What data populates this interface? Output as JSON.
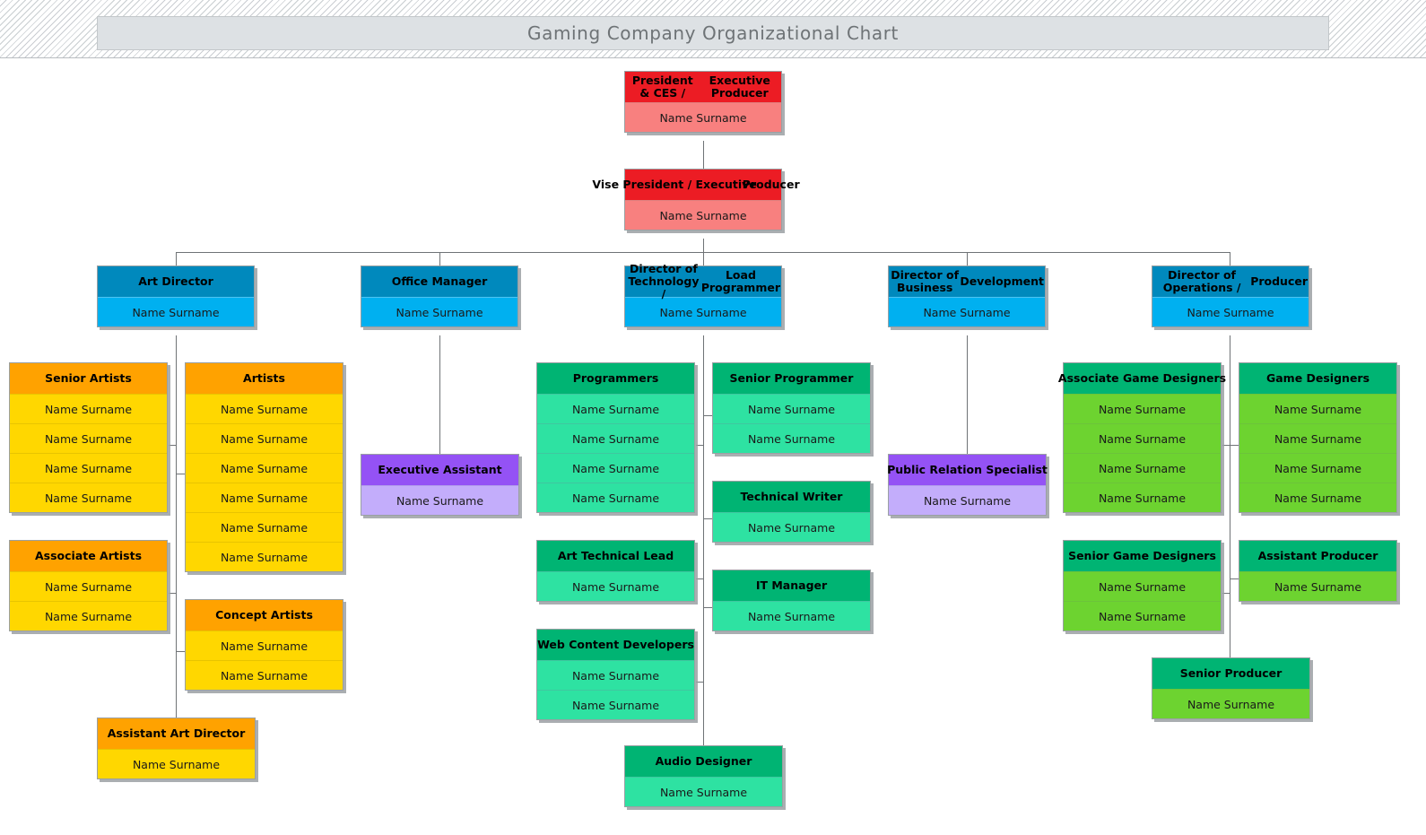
{
  "header": {
    "title": "Gaming Company Organizational Chart"
  },
  "colors": {
    "red_header": "#ec1c24",
    "red_body": "#f8807f",
    "blue_header": "#0089bd",
    "blue_body": "#00b0f0",
    "orange_header": "#ffa200",
    "orange_body": "#ffd700",
    "teal_header": "#00b473",
    "teal_body": "#2ee2a2",
    "lightgreen_body": "#6dd330",
    "purple_header": "#9452f5",
    "purple_body": "#c3adfb",
    "line": "#6f7376",
    "title_band": "#dde1e4",
    "title_text": "#6e7376"
  },
  "chart_data": {
    "type": "diagram",
    "title": "Gaming Company Organizational Chart",
    "nodes": [
      {
        "id": "president",
        "title": "President & CES /\nExecutive Producer",
        "members": [
          "Name Surname"
        ],
        "color": "red",
        "level": 0
      },
      {
        "id": "vice-president",
        "title": "Vise President / Executive\nProducer",
        "members": [
          "Name Surname"
        ],
        "color": "red",
        "level": 1
      },
      {
        "id": "art-director",
        "title": "Art Director",
        "members": [
          "Name Surname"
        ],
        "color": "blue",
        "level": 2
      },
      {
        "id": "office-manager",
        "title": "Office Manager",
        "members": [
          "Name Surname"
        ],
        "color": "blue",
        "level": 2
      },
      {
        "id": "director-technology",
        "title": "Director of Technology /\nLoad Programmer",
        "members": [
          "Name Surname"
        ],
        "color": "blue",
        "level": 2
      },
      {
        "id": "director-business",
        "title": "Director of Business\nDevelopment",
        "members": [
          "Name Surname"
        ],
        "color": "blue",
        "level": 2
      },
      {
        "id": "director-operations",
        "title": "Director of Operations /\nProducer",
        "members": [
          "Name Surname"
        ],
        "color": "blue",
        "level": 2
      },
      {
        "id": "senior-artists",
        "title": "Senior Artists",
        "members": [
          "Name Surname",
          "Name Surname",
          "Name Surname",
          "Name Surname"
        ],
        "color": "orange",
        "parent": "art-director"
      },
      {
        "id": "artists",
        "title": "Artists",
        "members": [
          "Name Surname",
          "Name Surname",
          "Name Surname",
          "Name Surname",
          "Name Surname",
          "Name Surname"
        ],
        "color": "orange",
        "parent": "art-director"
      },
      {
        "id": "associate-artists",
        "title": "Associate Artists",
        "members": [
          "Name Surname",
          "Name Surname"
        ],
        "color": "orange",
        "parent": "art-director"
      },
      {
        "id": "concept-artists",
        "title": "Concept Artists",
        "members": [
          "Name Surname",
          "Name Surname"
        ],
        "color": "orange",
        "parent": "art-director"
      },
      {
        "id": "assistant-art-director",
        "title": "Assistant Art Director",
        "members": [
          "Name Surname"
        ],
        "color": "orange",
        "parent": "art-director"
      },
      {
        "id": "executive-assistant",
        "title": "Executive Assistant",
        "members": [
          "Name Surname"
        ],
        "color": "purple",
        "parent": "office-manager"
      },
      {
        "id": "programmers",
        "title": "Programmers",
        "members": [
          "Name Surname",
          "Name Surname",
          "Name Surname",
          "Name Surname"
        ],
        "color": "teal",
        "parent": "director-technology"
      },
      {
        "id": "senior-programmer",
        "title": "Senior Programmer",
        "members": [
          "Name Surname",
          "Name Surname"
        ],
        "color": "teal",
        "parent": "director-technology"
      },
      {
        "id": "art-technical-lead",
        "title": "Art Technical Lead",
        "members": [
          "Name Surname"
        ],
        "color": "teal",
        "parent": "director-technology"
      },
      {
        "id": "technical-writer",
        "title": "Technical Writer",
        "members": [
          "Name Surname"
        ],
        "color": "teal",
        "parent": "director-technology"
      },
      {
        "id": "it-manager",
        "title": "IT Manager",
        "members": [
          "Name Surname"
        ],
        "color": "teal",
        "parent": "director-technology"
      },
      {
        "id": "web-content-developers",
        "title": "Web Content Developers",
        "members": [
          "Name Surname",
          "Name Surname"
        ],
        "color": "teal",
        "parent": "director-technology"
      },
      {
        "id": "audio-designer",
        "title": "Audio Designer",
        "members": [
          "Name Surname"
        ],
        "color": "teal",
        "parent": "director-technology"
      },
      {
        "id": "public-relation-specialist",
        "title": "Public Relation Specialist",
        "members": [
          "Name Surname"
        ],
        "color": "purple",
        "parent": "director-business"
      },
      {
        "id": "associate-game-designers",
        "title": "Associate Game Designers",
        "members": [
          "Name Surname",
          "Name Surname",
          "Name Surname",
          "Name Surname"
        ],
        "color": "lgreen",
        "parent": "director-operations"
      },
      {
        "id": "game-designers",
        "title": "Game Designers",
        "members": [
          "Name Surname",
          "Name Surname",
          "Name Surname",
          "Name Surname"
        ],
        "color": "lgreen",
        "parent": "director-operations"
      },
      {
        "id": "senior-game-designers",
        "title": "Senior Game Designers",
        "members": [
          "Name Surname",
          "Name Surname"
        ],
        "color": "lgreen",
        "parent": "director-operations"
      },
      {
        "id": "assistant-producer",
        "title": "Assistant Producer",
        "members": [
          "Name Surname"
        ],
        "color": "lgreen",
        "parent": "director-operations"
      },
      {
        "id": "senior-producer",
        "title": "Senior Producer",
        "members": [
          "Name Surname"
        ],
        "color": "lgreen",
        "parent": "director-operations"
      }
    ]
  },
  "boxes": {
    "president": {
      "l1": "President & CES /",
      "l2": "Executive Producer",
      "m0": "Name Surname"
    },
    "vice_president": {
      "l1": "Vise President / Executive",
      "l2": "Producer",
      "m0": "Name Surname"
    },
    "art_director": {
      "title": "Art Director",
      "m0": "Name Surname"
    },
    "office_manager": {
      "title": "Office Manager",
      "m0": "Name Surname"
    },
    "director_technology": {
      "l1": "Director of Technology /",
      "l2": "Load Programmer",
      "m0": "Name Surname"
    },
    "director_business": {
      "l1": "Director of Business",
      "l2": "Development",
      "m0": "Name Surname"
    },
    "director_operations": {
      "l1": "Director of Operations /",
      "l2": "Producer",
      "m0": "Name Surname"
    },
    "senior_artists": {
      "title": "Senior Artists",
      "m0": "Name Surname",
      "m1": "Name Surname",
      "m2": "Name Surname",
      "m3": "Name Surname"
    },
    "artists": {
      "title": "Artists",
      "m0": "Name Surname",
      "m1": "Name Surname",
      "m2": "Name Surname",
      "m3": "Name Surname",
      "m4": "Name Surname",
      "m5": "Name Surname"
    },
    "associate_artists": {
      "title": "Associate Artists",
      "m0": "Name Surname",
      "m1": "Name Surname"
    },
    "concept_artists": {
      "title": "Concept Artists",
      "m0": "Name Surname",
      "m1": "Name Surname"
    },
    "assistant_art_director": {
      "title": "Assistant Art Director",
      "m0": "Name Surname"
    },
    "executive_assistant": {
      "title": "Executive Assistant",
      "m0": "Name Surname"
    },
    "programmers": {
      "title": "Programmers",
      "m0": "Name Surname",
      "m1": "Name Surname",
      "m2": "Name Surname",
      "m3": "Name Surname"
    },
    "senior_programmer": {
      "title": "Senior Programmer",
      "m0": "Name Surname",
      "m1": "Name Surname"
    },
    "art_technical_lead": {
      "title": "Art Technical Lead",
      "m0": "Name Surname"
    },
    "technical_writer": {
      "title": "Technical Writer",
      "m0": "Name Surname"
    },
    "it_manager": {
      "title": "IT Manager",
      "m0": "Name Surname"
    },
    "web_content_developers": {
      "title": "Web Content Developers",
      "m0": "Name Surname",
      "m1": "Name Surname"
    },
    "audio_designer": {
      "title": "Audio Designer",
      "m0": "Name Surname"
    },
    "public_relation_specialist": {
      "title": "Public Relation Specialist",
      "m0": "Name Surname"
    },
    "associate_game_designers": {
      "title": "Associate Game Designers",
      "m0": "Name Surname",
      "m1": "Name Surname",
      "m2": "Name Surname",
      "m3": "Name Surname"
    },
    "game_designers": {
      "title": "Game Designers",
      "m0": "Name Surname",
      "m1": "Name Surname",
      "m2": "Name Surname",
      "m3": "Name Surname"
    },
    "senior_game_designers": {
      "title": "Senior Game Designers",
      "m0": "Name Surname",
      "m1": "Name Surname"
    },
    "assistant_producer": {
      "title": "Assistant Producer",
      "m0": "Name Surname"
    },
    "senior_producer": {
      "title": "Senior Producer",
      "m0": "Name Surname"
    }
  }
}
